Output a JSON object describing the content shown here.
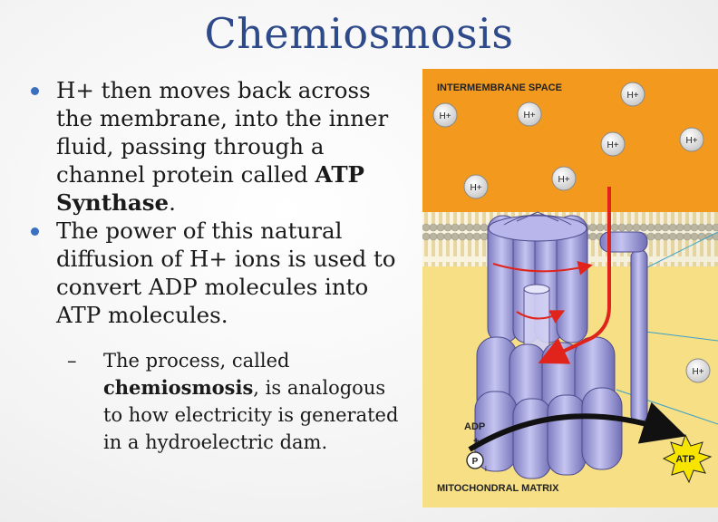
{
  "slide": {
    "title": "Chemiosmosis",
    "bullets": [
      {
        "pre": "H+ then moves back across the membrane, into the inner fluid, passing through a channel protein called ",
        "bold": "ATP Synthase",
        "post": "."
      },
      {
        "pre": "The power of this natural diffusion of H+ ions is used to convert ADP molecules into ATP molecules.",
        "bold": "",
        "post": ""
      }
    ],
    "sub_bullet": {
      "dash": "–",
      "pre": "The process, called ",
      "bold": "chemiosmosis",
      "post": ", is analogous to how electricity is generated in a hydroelectric dam."
    }
  },
  "figure": {
    "intermembrane_label": "INTERMEMBRANE SPACE",
    "matrix_label": "MITOCHONDRAL MATRIX",
    "ion_label": "H+",
    "adp_label": "ADP",
    "plus_label": "+",
    "pi_label": "P",
    "pi_sub": "i",
    "atp_label": "ATP",
    "colors": {
      "intermembrane": "#f39a1e",
      "matrix": "#f7df86",
      "synthase": "#9d9bd8",
      "arrow": "#e0241b"
    }
  }
}
